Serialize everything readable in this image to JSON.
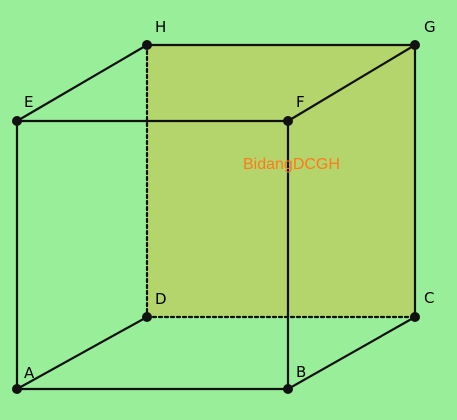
{
  "colors": {
    "background": "#99EE99",
    "plane_fill": "#B3D56B",
    "edge": "#111111",
    "plane_label": "#FF7A1A"
  },
  "vertices": {
    "A": "A",
    "B": "B",
    "C": "C",
    "D": "D",
    "E": "E",
    "F": "F",
    "G": "G",
    "H": "H"
  },
  "plane": {
    "label": "BidangDCGH"
  }
}
